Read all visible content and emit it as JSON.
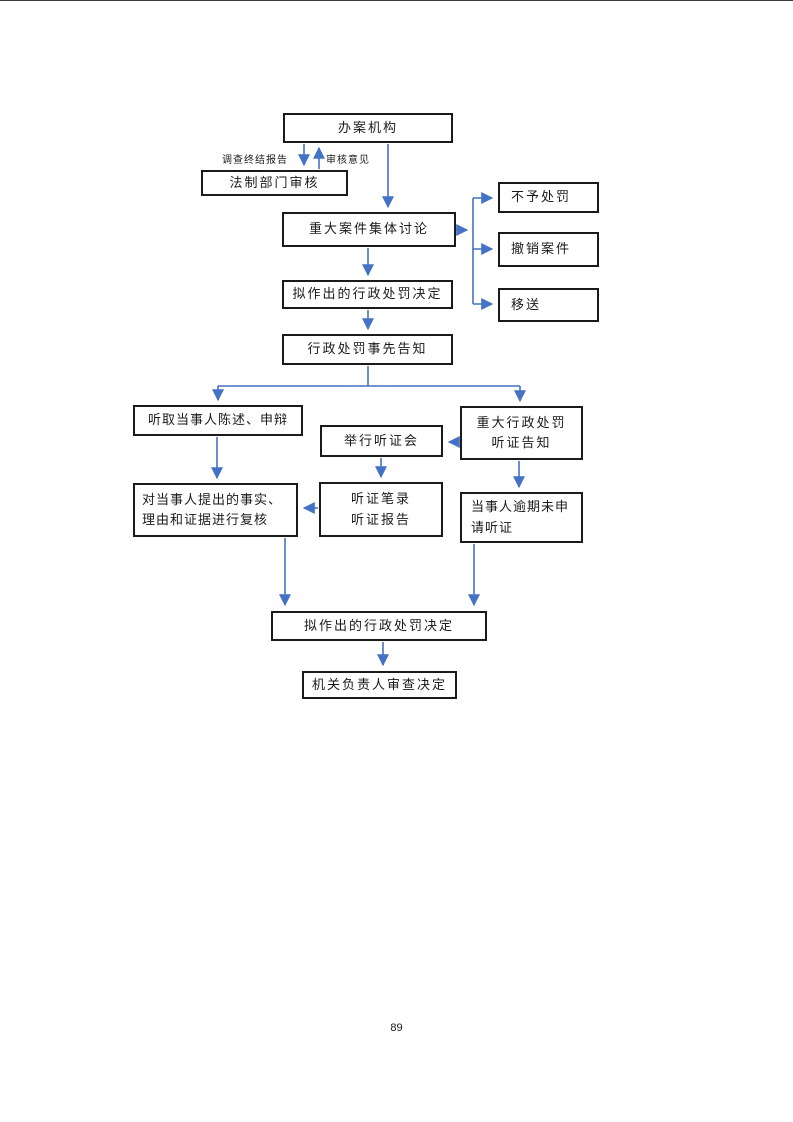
{
  "page": {
    "number": "89"
  },
  "colors": {
    "arrow": "#4472C4",
    "box_border": "#1a1a1a",
    "text": "#1a1a1a",
    "background": "#ffffff"
  },
  "edge_labels": {
    "investigation_report": "调查终结报告",
    "review_opinion": "审核意见"
  },
  "nodes": {
    "case_organ": "办案机构",
    "legal_dept_review": "法制部门审核",
    "major_case_discussion": "重大案件集体讨论",
    "no_penalty": "不予处罚",
    "withdraw_case": "撤销案件",
    "transfer": "移送",
    "proposed_decision_1": "拟作出的行政处罚决定",
    "prior_notice": "行政处罚事先告知",
    "listen_statement": "听取当事人陈述、申辩",
    "hold_hearing": "举行听证会",
    "major_penalty_notice_l1": "重大行政处罚",
    "major_penalty_notice_l2": "听证告知",
    "review_facts_l1": "对当事人提出的事实、",
    "review_facts_l2": "理由和证据进行复核",
    "hearing_record_l1": "听证笔录",
    "hearing_record_l2": "听证报告",
    "overdue_no_hearing_l1": "当事人逾期未申",
    "overdue_no_hearing_l2": "请听证",
    "proposed_decision_2": "拟作出的行政处罚决定",
    "head_review_decision": "机关负责人审查决定"
  }
}
